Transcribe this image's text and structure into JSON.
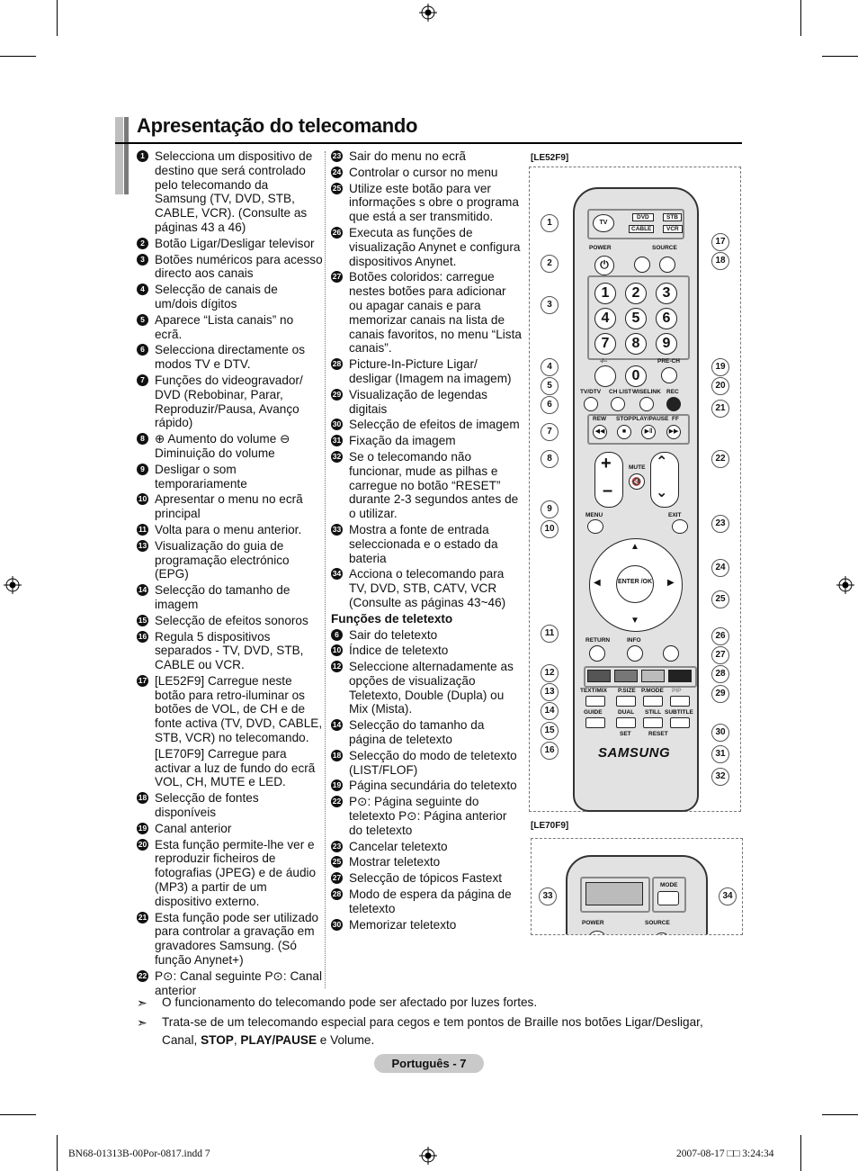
{
  "title": "Apresentação do telecomando",
  "col1": [
    {
      "n": "1",
      "t": "Selecciona um dispositivo de destino que será controlado pelo telecomando da Samsung (TV, DVD, STB, CABLE, VCR). (Consulte as páginas 43 a 46)"
    },
    {
      "n": "2",
      "t": "Botão Ligar/Desligar televisor"
    },
    {
      "n": "3",
      "t": "Botões numéricos para acesso directo aos canais"
    },
    {
      "n": "4",
      "t": "Selecção de canais de um/dois dígitos"
    },
    {
      "n": "5",
      "t": "Aparece “Lista canais” no ecrã."
    },
    {
      "n": "6",
      "t": "Selecciona directamente os modos TV e DTV."
    },
    {
      "n": "7",
      "t": "Funções do videogravador/ DVD (Rebobinar, Parar, Reproduzir/Pausa, Avanço rápido)"
    },
    {
      "n": "8",
      "t": "⊕ Aumento do volume ⊖ Diminuição do volume"
    },
    {
      "n": "9",
      "t": "Desligar o som temporariamente"
    },
    {
      "n": "10",
      "t": "Apresentar o menu no ecrã principal"
    },
    {
      "n": "11",
      "t": "Volta para o menu anterior."
    },
    {
      "n": "13",
      "t": "Visualização do guia de programação electrónico (EPG)"
    },
    {
      "n": "14",
      "t": "Selecção do tamanho de imagem"
    },
    {
      "n": "15",
      "t": "Selecção de efeitos sonoros"
    },
    {
      "n": "16",
      "t": "Regula 5 dispositivos separados - TV, DVD, STB, CABLE ou VCR."
    },
    {
      "n": "17",
      "t": "[LE52F9] Carregue neste botão para retro-iluminar os botões de VOL, de CH e de fonte activa (TV, DVD, CABLE, STB, VCR) no telecomando."
    },
    {
      "n": "",
      "t": "[LE70F9] Carregue para activar a luz de fundo do ecrã VOL, CH, MUTE e LED."
    },
    {
      "n": "18",
      "t": "Selecção de fontes disponíveis"
    },
    {
      "n": "19",
      "t": "Canal anterior"
    },
    {
      "n": "20",
      "t": "Esta função permite-lhe ver e reproduzir ficheiros de fotografias (JPEG) e de áudio (MP3) a partir de um dispositivo externo."
    },
    {
      "n": "21",
      "t": "Esta função pode ser utilizado para controlar a gravação em gravadores Samsung. (Só função Anynet+)"
    },
    {
      "n": "22",
      "t": "P⊙: Canal seguinte P⊙: Canal anterior"
    }
  ],
  "col2": [
    {
      "n": "23",
      "t": "Sair do menu no ecrã"
    },
    {
      "n": "24",
      "t": "Controlar o cursor no menu"
    },
    {
      "n": "25",
      "t": "Utilize este botão para ver informações s obre o programa que está a ser transmitido."
    },
    {
      "n": "26",
      "t": "Executa as funções de visualização Anynet e configura dispositivos Anynet."
    },
    {
      "n": "27",
      "t": "Botões coloridos: carregue nestes botões para adicionar ou apagar canais e para memorizar canais na lista de canais favoritos, no menu “Lista canais”."
    },
    {
      "n": "28",
      "t": "Picture-In-Picture Ligar/ desligar (Imagem na imagem)"
    },
    {
      "n": "29",
      "t": "Visualização de legendas digitais"
    },
    {
      "n": "30",
      "t": "Selecção de efeitos de imagem"
    },
    {
      "n": "31",
      "t": "Fixação da imagem"
    },
    {
      "n": "32",
      "t": "Se o telecomando não funcionar, mude as pilhas e carregue no botão “RESET” durante 2-3 segundos antes de o utilizar."
    },
    {
      "n": "33",
      "t": "Mostra a fonte de entrada seleccionada e o estado da bateria"
    },
    {
      "n": "34",
      "t": "Acciona o telecomando para TV, DVD, STB, CATV, VCR (Consulte as páginas 43~46)"
    }
  ],
  "teletext_heading": "Funções de teletexto",
  "teletext": [
    {
      "n": "6",
      "t": "Sair do teletexto"
    },
    {
      "n": "10",
      "t": "Índice de teletexto"
    },
    {
      "n": "12",
      "t": "Seleccione alternadamente as opções de visualização Teletexto, Double (Dupla) ou Mix (Mista)."
    },
    {
      "n": "14",
      "t": "Selecção do tamanho da página de teletexto"
    },
    {
      "n": "18",
      "t": "Selecção do modo de teletexto (LIST/FLOF)"
    },
    {
      "n": "19",
      "t": "Página secundária do teletexto"
    },
    {
      "n": "22",
      "t": "P⊙: Página seguinte do teletexto P⊙: Página anterior do teletexto"
    },
    {
      "n": "23",
      "t": "Cancelar teletexto"
    },
    {
      "n": "25",
      "t": "Mostrar teletexto"
    },
    {
      "n": "27",
      "t": "Selecção de tópicos Fastext"
    },
    {
      "n": "28",
      "t": "Modo de espera da página de teletexto"
    },
    {
      "n": "30",
      "t": "Memorizar teletexto"
    }
  ],
  "remote": {
    "label_a": "[LE52F9]",
    "label_b": "[LE70F9]",
    "keys": {
      "tv": "TV",
      "dvd": "DVD",
      "stb": "STB",
      "cable": "CABLE",
      "vcr": "VCR",
      "power": "POWER",
      "source": "SOURCE",
      "digits": [
        "1",
        "2",
        "3",
        "4",
        "5",
        "6",
        "7",
        "8",
        "9",
        "0"
      ],
      "dash": "-/--",
      "prech": "PRE-CH",
      "tvdtv": "TV/DTV",
      "chlist": "CH LIST",
      "wiselink": "WISELINK",
      "rec": "REC",
      "rew": "REW",
      "stop": "STOP",
      "playpause": "PLAY/PAUSE",
      "ff": "FF",
      "mute": "MUTE",
      "menu": "MENU",
      "exit": "EXIT",
      "enter": "ENTER /OK",
      "return": "RETURN",
      "info": "INFO",
      "textmix": "TEXT/MIX",
      "psize": "P.SIZE",
      "pmode": "P.MODE",
      "pip": "PIP",
      "guide": "GUIDE",
      "dual": "DUAL",
      "still": "STILL",
      "subtitle": "SUBTITLE",
      "set": "SET",
      "reset": "RESET",
      "brand": "SAMSUNG",
      "mode": "MODE"
    },
    "callouts_left": [
      "1",
      "2",
      "3",
      "4",
      "5",
      "6",
      "7",
      "8",
      "9",
      "10",
      "11",
      "12",
      "13",
      "14",
      "15",
      "16"
    ],
    "callouts_right": [
      "17",
      "18",
      "19",
      "20",
      "21",
      "22",
      "23",
      "24",
      "25",
      "26",
      "27",
      "28",
      "29",
      "30",
      "31",
      "32"
    ],
    "callouts_b": [
      "33",
      "34"
    ]
  },
  "notes": [
    {
      "parts": [
        {
          "t": "O funcionamento do telecomando pode ser afectado por luzes fortes.",
          "b": false
        }
      ]
    },
    {
      "parts": [
        {
          "t": "Trata-se de um telecomando especial para cegos e tem pontos de Braille nos botões Ligar/Desligar, Canal, ",
          "b": false
        },
        {
          "t": "STOP",
          "b": true
        },
        {
          "t": ", ",
          "b": false
        },
        {
          "t": "PLAY/PAUSE",
          "b": true
        },
        {
          "t": " e Volume.",
          "b": false
        }
      ]
    }
  ],
  "page_label": "Português - 7",
  "footer_left": "BN68-01313B-00Por-0817.indd   7",
  "footer_right": "2007-08-17   □□ 3:24:34"
}
